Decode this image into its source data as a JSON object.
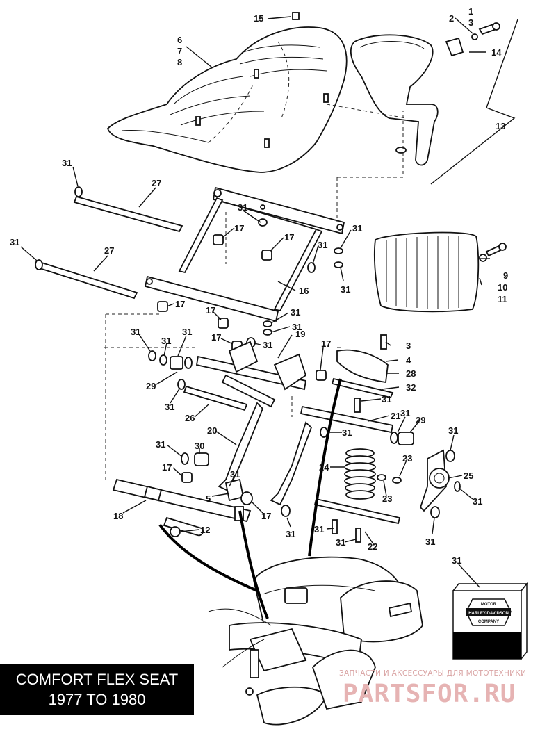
{
  "title": {
    "line1": "COMFORT FLEX SEAT",
    "line2": "1977 TO 1980"
  },
  "watermark": {
    "subtitle": "ЗАПЧАСТИ И АКСЕССУАРЫ ДЛЯ МОТОТЕХНИКИ",
    "logo": "PARTSFOR.RU"
  },
  "badge": {
    "brand_text": "HARLEY-DAVIDSON",
    "line1": "MOTOR",
    "line2": "COMPANY"
  },
  "callouts": [
    "1",
    "2",
    "3",
    "4",
    "5",
    "6",
    "7",
    "8",
    "9",
    "10",
    "11",
    "12",
    "13",
    "14",
    "15",
    "16",
    "17",
    "18",
    "19",
    "20",
    "21",
    "22",
    "23",
    "24",
    "25",
    "26",
    "27",
    "28",
    "29",
    "30",
    "31",
    "32"
  ]
}
